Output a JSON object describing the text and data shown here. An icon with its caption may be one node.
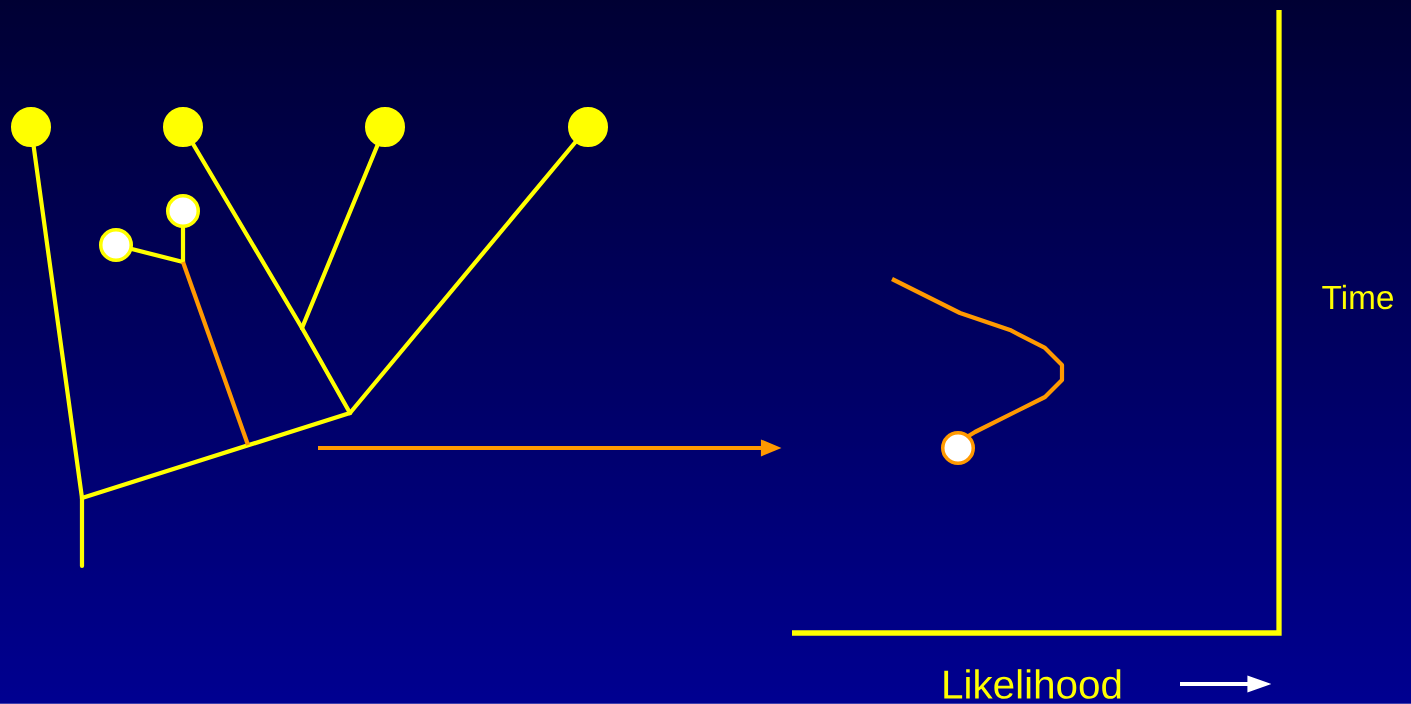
{
  "diagram": {
    "nodes": [
      {
        "text": [],
        "shape": "circle"
      },
      {
        "text": [],
        "shape": "circle"
      },
      {
        "text": [],
        "shape": "circle"
      },
      {
        "text": [],
        "shape": "circle"
      },
      {
        "text": [],
        "shape": "circle"
      },
      {
        "text": [],
        "shape": "circle"
      },
      {
        "text": [],
        "shape": "circle"
      }
    ],
    "labels": [
      "Time",
      "Likelihood"
    ]
  }
}
